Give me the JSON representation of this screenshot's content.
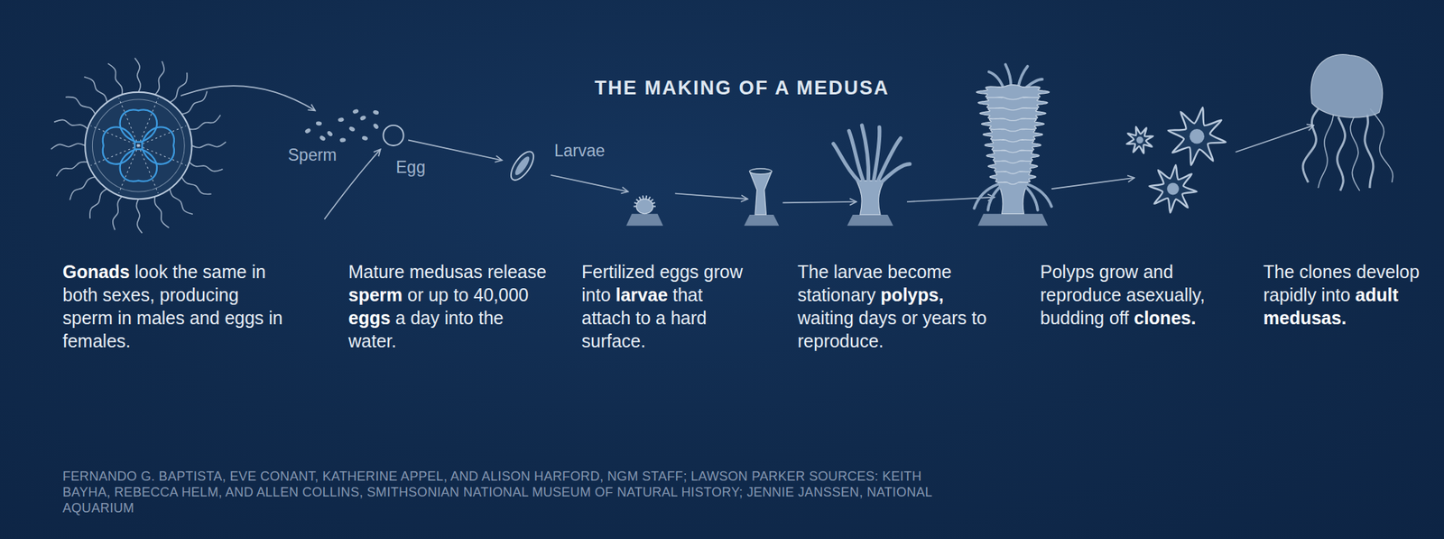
{
  "diagram": {
    "title": "THE MAKING OF A MEDUSA",
    "caption": "FERNANDO G. BAPTISTA, EVE CONANT, KATHERINE APPEL, AND ALISON HARFORD, NGM STAFF; LAWSON PARKER SOURCES: KEITH BAYHA, REBECCA HELM, AND ALLEN COLLINS, SMITHSONIAN NATIONAL MUSEUM OF NATURAL HISTORY; JENNIE JANSSEN, NATIONAL AQUARIUM",
    "nodes": [
      {
        "text": [
          "Gonads look the same in both sexes, producing sperm in males and eggs in females."
        ]
      },
      {
        "text": [
          "Mature medusas release sperm or up to 40,000 eggs a day into the water."
        ]
      },
      {
        "text": [
          "Fertilized eggs grow into larvae that attach to a hard surface."
        ]
      },
      {
        "text": [
          "The larvae become stationary polyps, waiting days or years to reproduce."
        ]
      },
      {
        "text": [
          "Polyps grow and reproduce asexually, budding off clones."
        ]
      },
      {
        "text": [
          "The clones develop rapidly into adult medusas."
        ]
      }
    ],
    "labels": [
      "Sperm",
      "Egg",
      "Larvae"
    ]
  }
}
